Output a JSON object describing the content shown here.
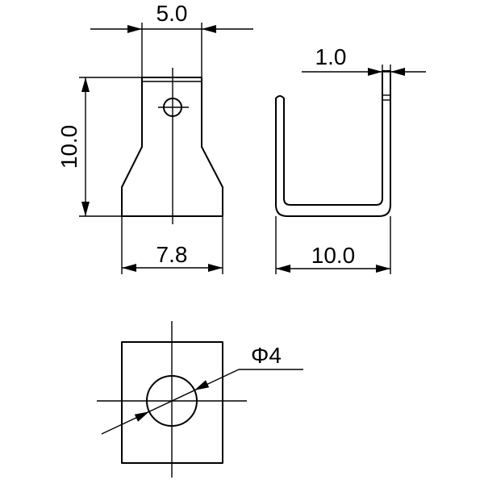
{
  "dimensions": {
    "top_width": "5.0",
    "height": "10.0",
    "base_width": "7.8",
    "thickness": "1.0",
    "u_width": "10.0",
    "hole_diameter": "Φ4"
  },
  "colors": {
    "line": "#000000",
    "background": "#ffffff"
  }
}
